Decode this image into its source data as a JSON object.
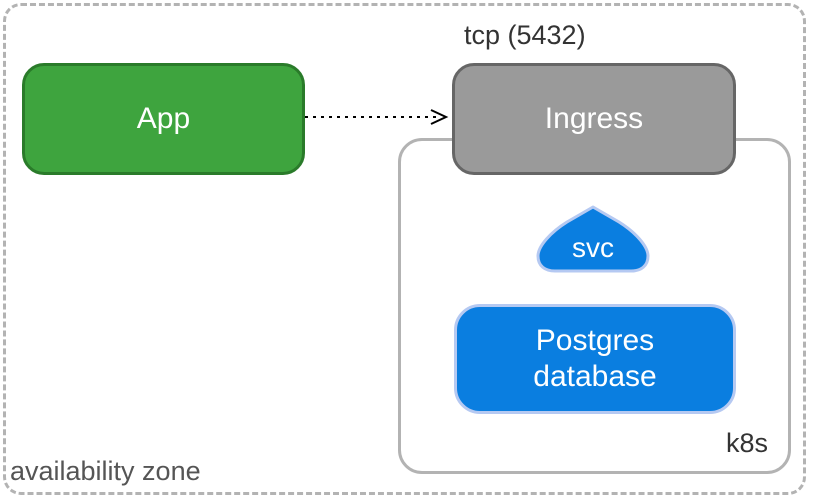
{
  "diagram": {
    "zone_label": "availability zone",
    "cluster_label": "k8s",
    "protocol_label": "tcp (5432)",
    "nodes": {
      "app": "App",
      "ingress": "Ingress",
      "service": "svc",
      "database": [
        "Postgres",
        "database"
      ]
    },
    "colors": {
      "app_fill": "#3ea43e",
      "app_border": "#2a7b2a",
      "ingress_fill": "#9a9a9a",
      "ingress_border": "#666666",
      "database_fill": "#0a7ee0",
      "boundary_stroke": "#b3b3b3"
    }
  }
}
